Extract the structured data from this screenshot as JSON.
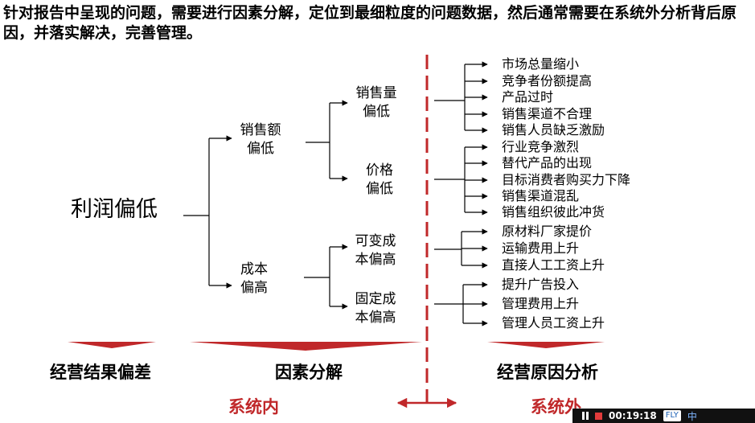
{
  "heading": "针对报告中呈现的问题，需要进行因素分解，定位到最细粒度的问题数据，然后通常需要在系统外分析背后原因，并落实解决，完善管理。",
  "tree": {
    "root": "利润偏低",
    "level1": [
      {
        "label_lines": [
          "销售额",
          "偏低"
        ]
      },
      {
        "label_lines": [
          "成本",
          "偏高"
        ]
      }
    ],
    "level2": [
      {
        "label_lines": [
          "销售量",
          "偏低"
        ],
        "causes": [
          "市场总量缩小",
          "竞争者份额提高",
          " 产品过时",
          "销售渠道不合理",
          "销售人员缺乏激励"
        ]
      },
      {
        "label_lines": [
          "价格",
          "偏低"
        ],
        "causes": [
          "行业竞争激烈",
          "替代产品的出现",
          "目标消费者购买力下降",
          "销售渠道混乱",
          "销售组织彼此冲货"
        ]
      },
      {
        "label_lines": [
          "可变成",
          "本偏高"
        ],
        "causes": [
          "原材料厂家提价",
          "运输费用上升",
          "直接人工工资上升"
        ]
      },
      {
        "label_lines": [
          "固定成",
          "本偏高"
        ],
        "causes": [
          "提升广告投入",
          "管理费用上升",
          "管理人员工资上升"
        ]
      }
    ]
  },
  "bottom_labels": [
    "经营结果偏差",
    "因素分解",
    "经营原因分析"
  ],
  "system_labels": {
    "inside": "系统内",
    "outside": "系统外"
  },
  "taskbar": {
    "timer": "00:19:18",
    "tray_badge": "FLY",
    "tray_text": "中"
  },
  "colors": {
    "accent_red": "#c0282a",
    "line": "#000000"
  }
}
